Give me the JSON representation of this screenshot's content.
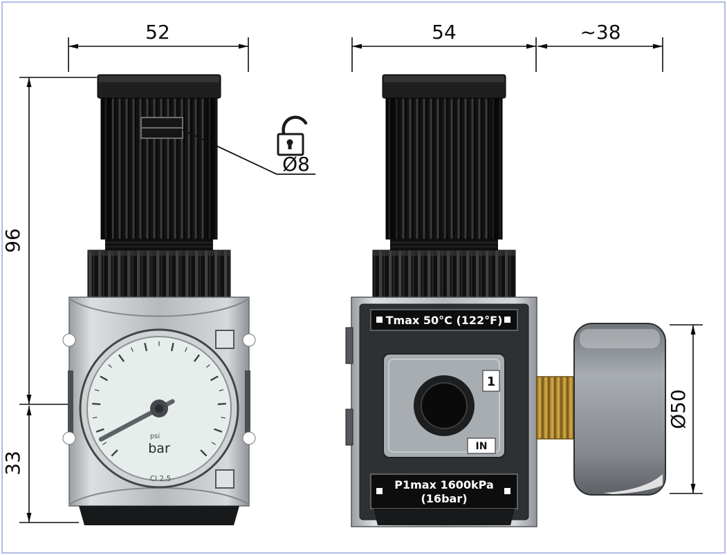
{
  "drawing": {
    "kind": "pressure-regulator-technical-drawing",
    "views": {
      "front": "front view",
      "side": "side view"
    }
  },
  "dimensions": {
    "front_width": "52",
    "side_width": "54",
    "gauge_depth": "~38",
    "upper_height": "96",
    "lower_height": "33",
    "lock_hole": "Ø8",
    "gauge_diameter": "Ø50"
  },
  "gauge": {
    "unit_bar": "bar",
    "unit_psi": "psi",
    "accuracy_class": "Cl 2,5"
  },
  "side": {
    "tmax": "Tmax 50°C (122°F)",
    "p1max_line1": "P1max 1600kPa",
    "p1max_line2": "(16bar)",
    "port_number": "1",
    "port_in": "IN"
  },
  "icons": {
    "unlock": "open-padlock-icon"
  },
  "colors": {
    "knob_black": "#141414",
    "body_gray": "#c3c7cb",
    "gauge_face": "#e7edeb",
    "brass": "#b48b31",
    "frame_border": "#b3bbe8"
  }
}
